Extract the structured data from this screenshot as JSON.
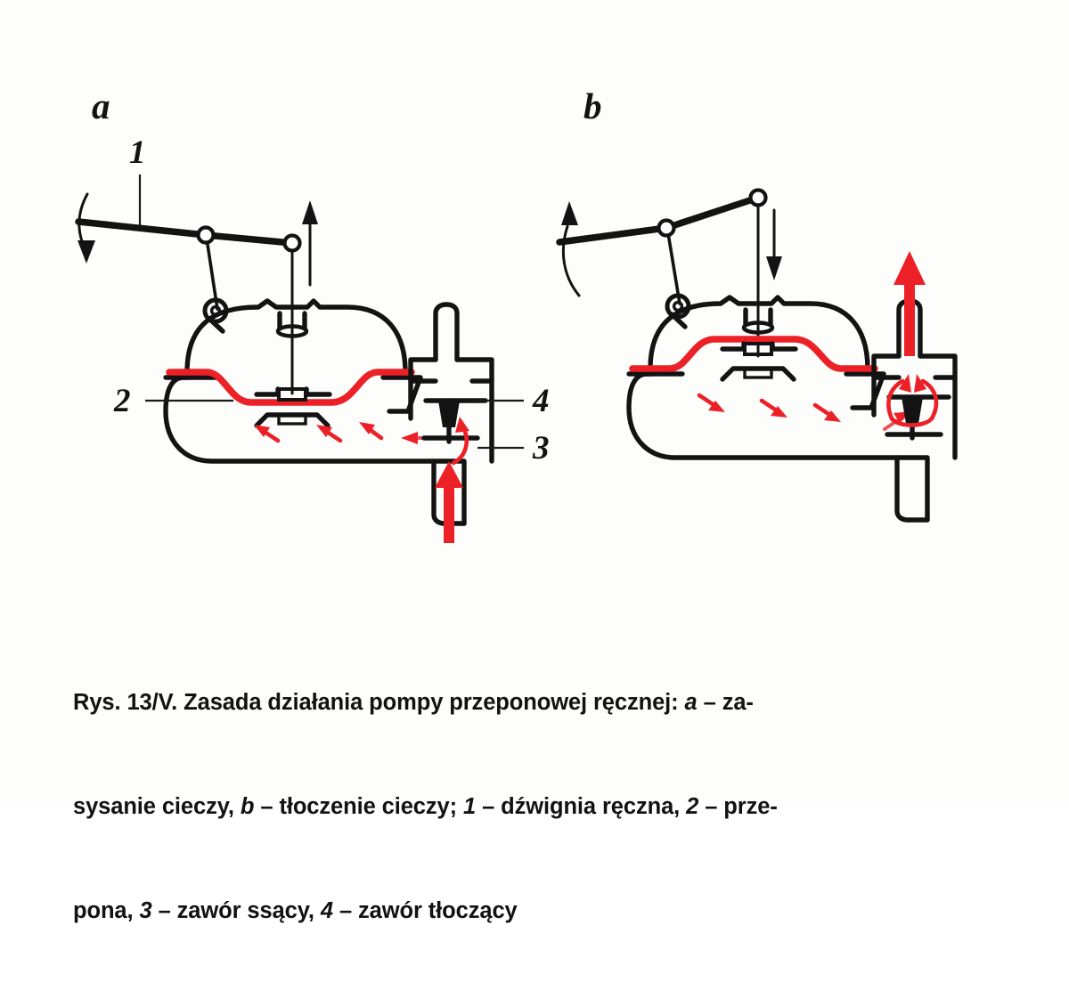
{
  "figure": {
    "number": "Rys. 13/V.",
    "panels": [
      {
        "id": "a",
        "letter": "a",
        "meaning": "zasysanie cieczy",
        "lever_motion": "down",
        "rod_motion": "up",
        "diaphragm_shape": "down",
        "suction_valve_state": "open",
        "discharge_valve_state": "closed",
        "inlet_arrow": "up",
        "labels": [
          {
            "key": "1",
            "text": "1",
            "part": "dźwignia ręczna"
          },
          {
            "key": "2",
            "text": "2",
            "part": "przepona"
          },
          {
            "key": "3",
            "text": "3",
            "part": "zawór ssący"
          },
          {
            "key": "4",
            "text": "4",
            "part": "zawór tłoczący"
          }
        ]
      },
      {
        "id": "b",
        "letter": "b",
        "meaning": "tłoczenie cieczy",
        "lever_motion": "up",
        "rod_motion": "down",
        "diaphragm_shape": "up",
        "suction_valve_state": "closed",
        "discharge_valve_state": "open",
        "outlet_arrow": "up",
        "labels": []
      }
    ],
    "caption": {
      "line1_a": "Rys. 13/V. Zasada działania pompy przeponowej ręcznej: ",
      "line1_b": "a",
      "line1_c": " – za-",
      "line2_a": "sysanie cieczy, ",
      "line2_b": "b",
      "line2_c": " – tłoczenie cieczy; ",
      "line2_d": "1",
      "line2_e": " – dźwignia ręczna, ",
      "line2_f": "2",
      "line2_g": " – prze-",
      "line3_a": "pona, ",
      "line3_b": "3",
      "line3_c": " – zawór ssący, ",
      "line3_d": "4",
      "line3_e": " – zawór tłoczący"
    }
  },
  "colors": {
    "ink": "#131313",
    "flow_red": "#ec2027",
    "paper": "#fdfdfb"
  }
}
